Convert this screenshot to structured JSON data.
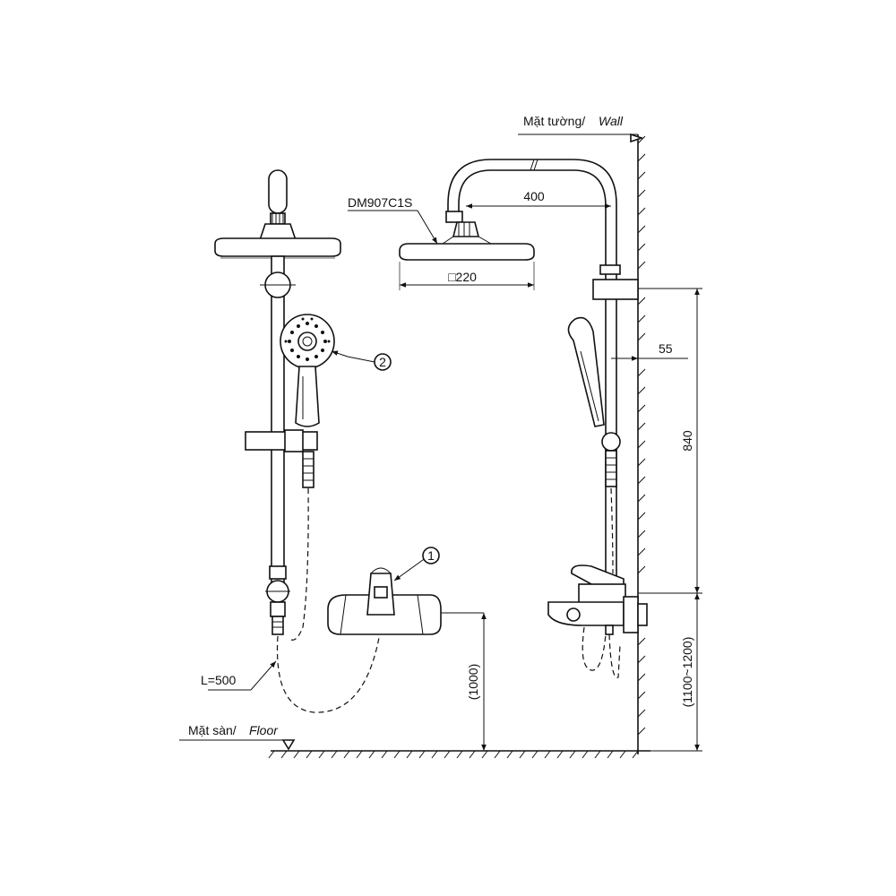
{
  "wall_label": {
    "prefix": "Mặt tường/",
    "suffix": "Wall"
  },
  "floor_label": {
    "prefix": "Mặt sàn/",
    "suffix": "Floor"
  },
  "model_label": "DM907C1S",
  "callouts": {
    "item1": "1",
    "item2": "2"
  },
  "hose_label": "L=500",
  "dimensions": {
    "arm_reach": "400",
    "head_size": "□220",
    "wall_offset": "55",
    "bar_height": "840",
    "mixer_height": "(1000)",
    "mixer_height_range": "(1100~1200)"
  }
}
